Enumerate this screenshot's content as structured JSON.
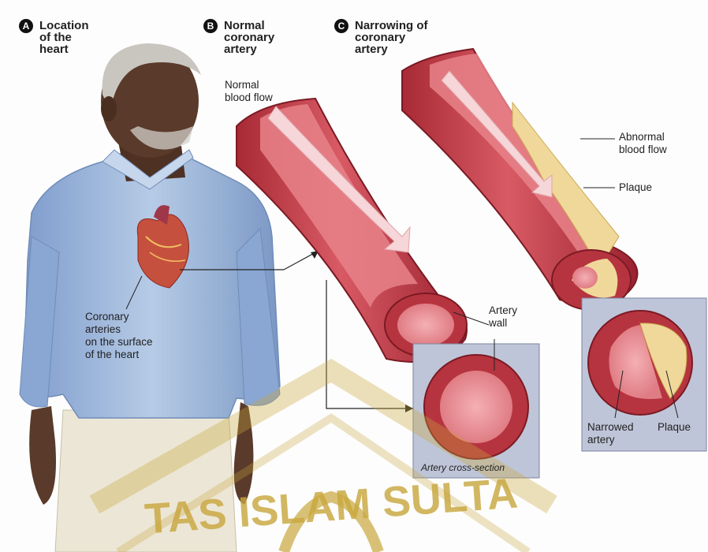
{
  "panels": [
    {
      "letter": "A",
      "title_lines": [
        "Location",
        "of the",
        "heart"
      ]
    },
    {
      "letter": "B",
      "title_lines": [
        "Normal",
        "coronary",
        "artery"
      ]
    },
    {
      "letter": "C",
      "title_lines": [
        "Narrowing of",
        "coronary",
        "artery"
      ]
    }
  ],
  "labels": {
    "normal_flow": [
      "Normal",
      "blood flow"
    ],
    "abnormal_flow": [
      "Abnormal",
      "blood flow"
    ],
    "plaque_top": "Plaque",
    "coronary": [
      "Coronary",
      "arteries",
      "on the surface",
      "of the heart"
    ],
    "artery_wall": [
      "Artery",
      "wall"
    ],
    "cross_section": "Artery cross-section",
    "narrowed": [
      "Narrowed",
      "artery"
    ],
    "plaque_bottom": "Plaque"
  },
  "watermark": "TAS ISLAM SULTA",
  "colors": {
    "artery_outer": "#c8404a",
    "artery_inner": "#e8828a",
    "plaque": "#f0d89a",
    "shirt": "#9eb8d8",
    "skin": "#5a3a2a",
    "watermark": "#c8a63c"
  }
}
